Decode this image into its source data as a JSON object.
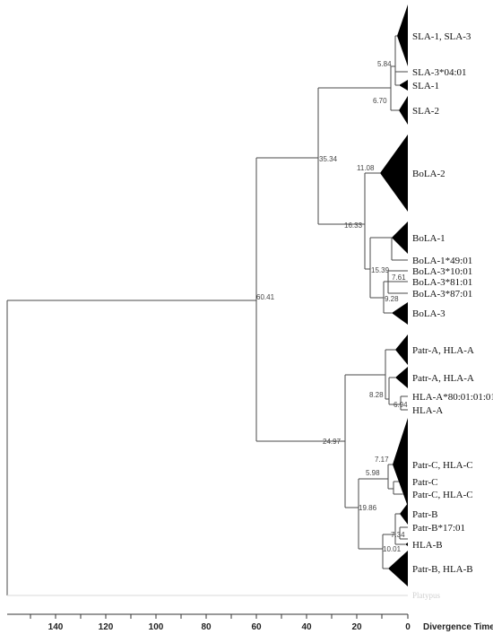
{
  "tree": {
    "leaves": {
      "sla13": "SLA-1, SLA-3",
      "sla3_04": "SLA-3*04:01",
      "sla1": "SLA-1",
      "sla2": "SLA-2",
      "bola2": "BoLA-2",
      "bola1": "BoLA-1",
      "bola1_49": "BoLA-1*49:01",
      "bola3_10": "BoLA-3*10:01",
      "bola3_81": "BoLA-3*81:01",
      "bola3_87": "BoLA-3*87:01",
      "bola3": "BoLA-3",
      "patrA_hlaA_1": "Patr-A, HLA-A",
      "patrA_hlaA_2": "Patr-A, HLA-A",
      "hlaA80": "HLA-A*80:01:01:01",
      "hlaA": "HLA-A",
      "patrC_hlaC_1": "Patr-C, HLA-C",
      "patrC": "Patr-C",
      "patrC_hlaC_2": "Patr-C, HLA-C",
      "patrB": "Patr-B",
      "patrB17": "Patr-B*17:01",
      "hlaB": "HLA-B",
      "patrB_hlaB": "Patr-B, HLA-B",
      "platypus": "Platypus"
    },
    "nodes": {
      "root": "60.41",
      "sla_bola": "35.34",
      "sla_a": "5.84",
      "sla_b": "6.70",
      "bola2_node": "11.08",
      "bola_node": "16.33",
      "bola3_node": "15.39",
      "bola3_b": "7.61",
      "bola3_c": "9.28",
      "primate": "24.97",
      "hla_a_node": "8.28",
      "hla_a_b": "6.94",
      "hla_c_node": "7.17",
      "hla_c_b": "5.98",
      "hla_bc": "19.86",
      "hla_b_node": "7.34",
      "hla_b_b": "10.01"
    }
  },
  "axis": {
    "ticks": [
      "140",
      "120",
      "100",
      "80",
      "60",
      "40",
      "20",
      "0"
    ],
    "title": "Divergence Time"
  }
}
